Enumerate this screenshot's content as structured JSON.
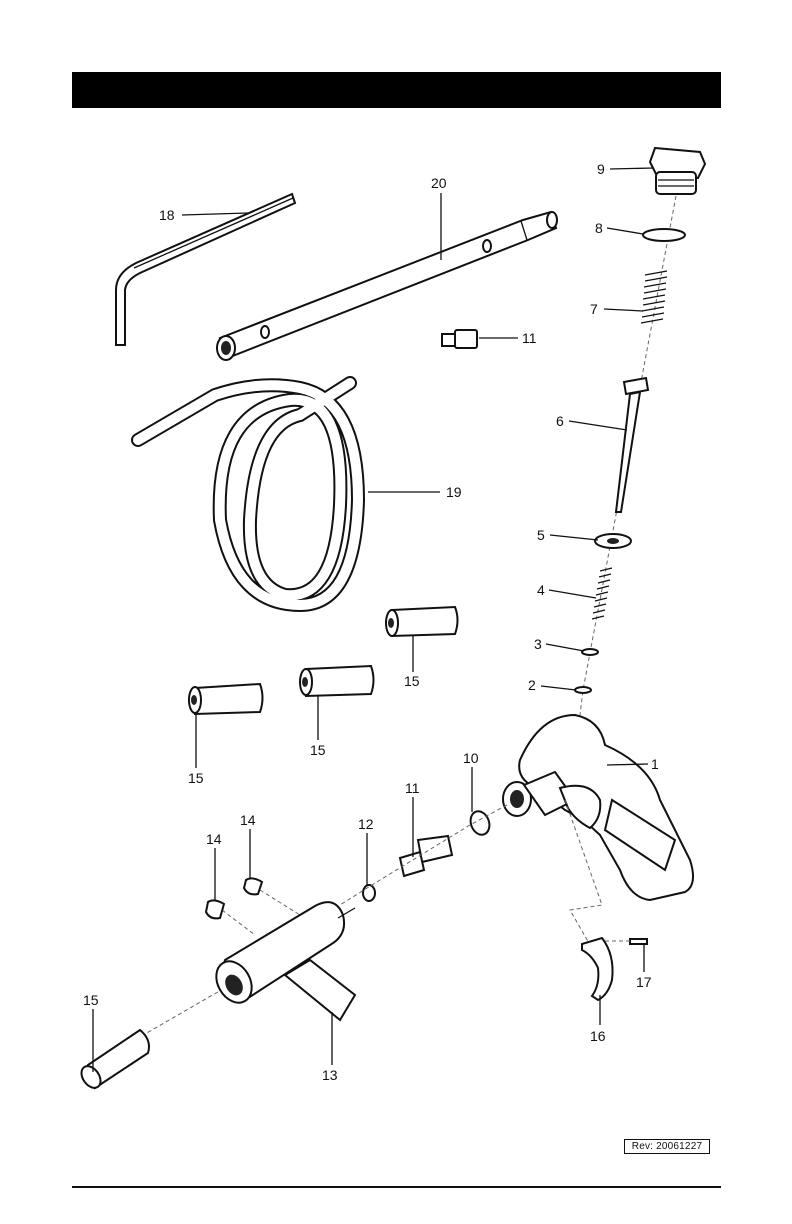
{
  "header": {
    "title": ""
  },
  "parts": {
    "p1": "1",
    "p2": "2",
    "p3": "3",
    "p4": "4",
    "p5": "5",
    "p6": "6",
    "p7": "7",
    "p8": "8",
    "p9": "9",
    "p10": "10",
    "p11a": "11",
    "p11b": "11",
    "p12": "12",
    "p13": "13",
    "p14a": "14",
    "p14b": "14",
    "p15a": "15",
    "p15b": "15",
    "p15c": "15",
    "p15d": "15",
    "p16": "16",
    "p17": "17",
    "p18": "18",
    "p19": "19",
    "p20": "20"
  },
  "footer": {
    "revision": "Rev:  20061227"
  }
}
